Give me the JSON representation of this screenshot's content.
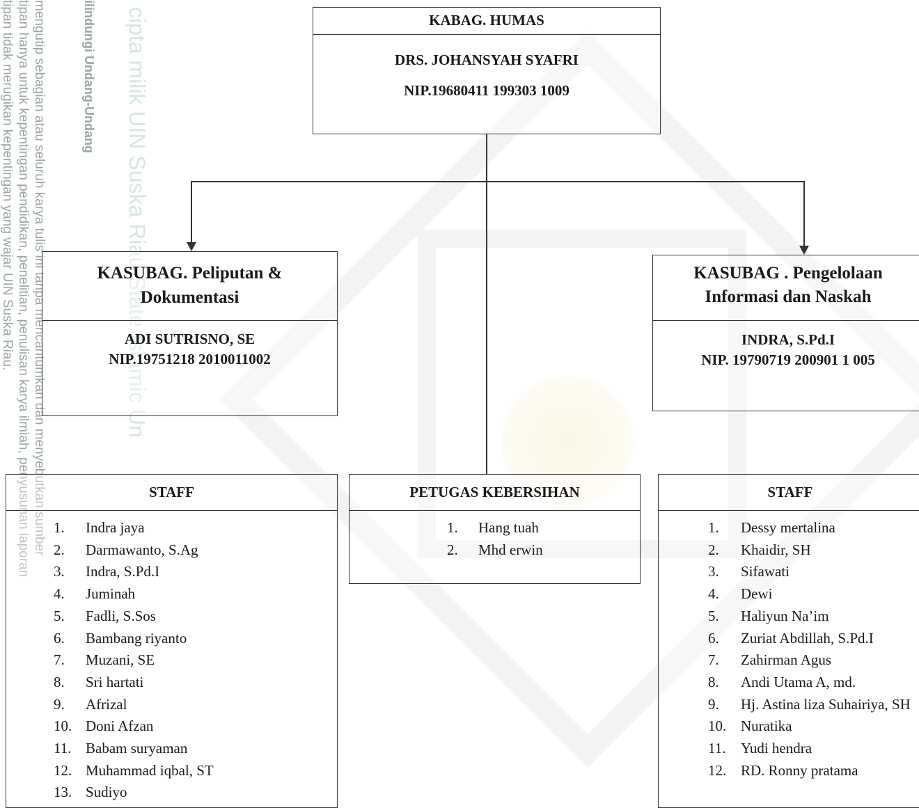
{
  "side_notes": [
    "tipan tidak merugikan kepentingan yang wajar UIN Suska Riau.",
    "tipan hanya untuk kepentingan pendidikan, penelitian, penulisan karya ilmiah, penyusunan laporan",
    "mengutip sebagian atau seluruh karya tulis ini tanpa mencantumkan dan menyebutkan sumber",
    "",
    "ilindungi Undang-Undang",
    "cipta milik UIN Suska Riau  State Islamic Un"
  ],
  "top": {
    "title": "KABAG. HUMAS",
    "name": "DRS.  JOHANSYAH SYAFRI",
    "nip": "NIP.19680411 199303 1009"
  },
  "left": {
    "title_line1": "KASUBAG.  Peliputan &",
    "title_line2": "Dokumentasi",
    "name": "ADI SUTRISNO, SE",
    "nip": "NIP.19751218 2010011002"
  },
  "right": {
    "title_line1": "KASUBAG . Pengelolaan",
    "title_line2": "Informasi dan Naskah",
    "name": "INDRA, S.Pd.I",
    "nip": "NIP. 19790719 200901 1 005"
  },
  "staff_left": {
    "title": "STAFF",
    "items": [
      {
        "num": "1.",
        "name": "Indra jaya"
      },
      {
        "num": "2.",
        "name": "Darmawanto, S.Ag"
      },
      {
        "num": "3.",
        "name": "Indra, S.Pd.I"
      },
      {
        "num": "4.",
        "name": "Juminah"
      },
      {
        "num": "5.",
        "name": "Fadli, S.Sos"
      },
      {
        "num": "6.",
        "name": "Bambang riyanto"
      },
      {
        "num": "7.",
        "name": "Muzani, SE"
      },
      {
        "num": "8.",
        "name": "Sri hartati"
      },
      {
        "num": "9.",
        "name": "Afrizal"
      },
      {
        "num": "10.",
        "name": "Doni Afzan"
      },
      {
        "num": "11.",
        "name": "Babam suryaman"
      },
      {
        "num": "12.",
        "name": "Muhammad iqbal, ST"
      },
      {
        "num": "13.",
        "name": "Sudiyo"
      }
    ]
  },
  "cleaning": {
    "title": "PETUGAS KEBERSIHAN",
    "items": [
      {
        "num": "1.",
        "name": "Hang tuah"
      },
      {
        "num": "2.",
        "name": "Mhd erwin"
      }
    ]
  },
  "staff_right": {
    "title": "STAFF",
    "items": [
      {
        "num": "1.",
        "name": "Dessy mertalina"
      },
      {
        "num": "2.",
        "name": "Khaidir, SH"
      },
      {
        "num": "3.",
        "name": "Sifawati"
      },
      {
        "num": "4.",
        "name": "Dewi"
      },
      {
        "num": "5.",
        "name": "Haliyun Na’im"
      },
      {
        "num": "6.",
        "name": "Zuriat Abdillah, S.Pd.I"
      },
      {
        "num": "7.",
        "name": "Zahirman Agus"
      },
      {
        "num": "8.",
        "name": "Andi Utama A, md."
      },
      {
        "num": "9.",
        "name": "Hj. Astina liza Suhairiya, SH"
      },
      {
        "num": "10.",
        "name": "Nuratika"
      },
      {
        "num": "11.",
        "name": "Yudi hendra"
      },
      {
        "num": "12.",
        "name": "RD. Ronny pratama"
      }
    ]
  }
}
